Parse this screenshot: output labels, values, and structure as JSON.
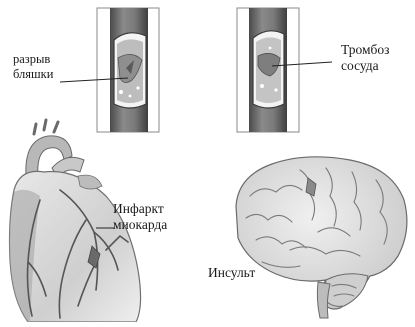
{
  "labels": {
    "plaque_rupture": [
      "разрыв",
      "бляшки"
    ],
    "thrombosis": [
      "Тромбоз",
      "сосуда"
    ],
    "myocardial_infarction": [
      "Инфаркт",
      "миокарда"
    ],
    "stroke": "Инсульт"
  },
  "colors": {
    "vessel_wall": "#5e5e5e",
    "vessel_inner": "#cfcfcf",
    "plaque": "#9a9a9a",
    "heart_fill": "#d8d8d8",
    "heart_dark": "#8c8c8c",
    "brain_fill": "#dedede",
    "outline": "#6a6a6a"
  }
}
